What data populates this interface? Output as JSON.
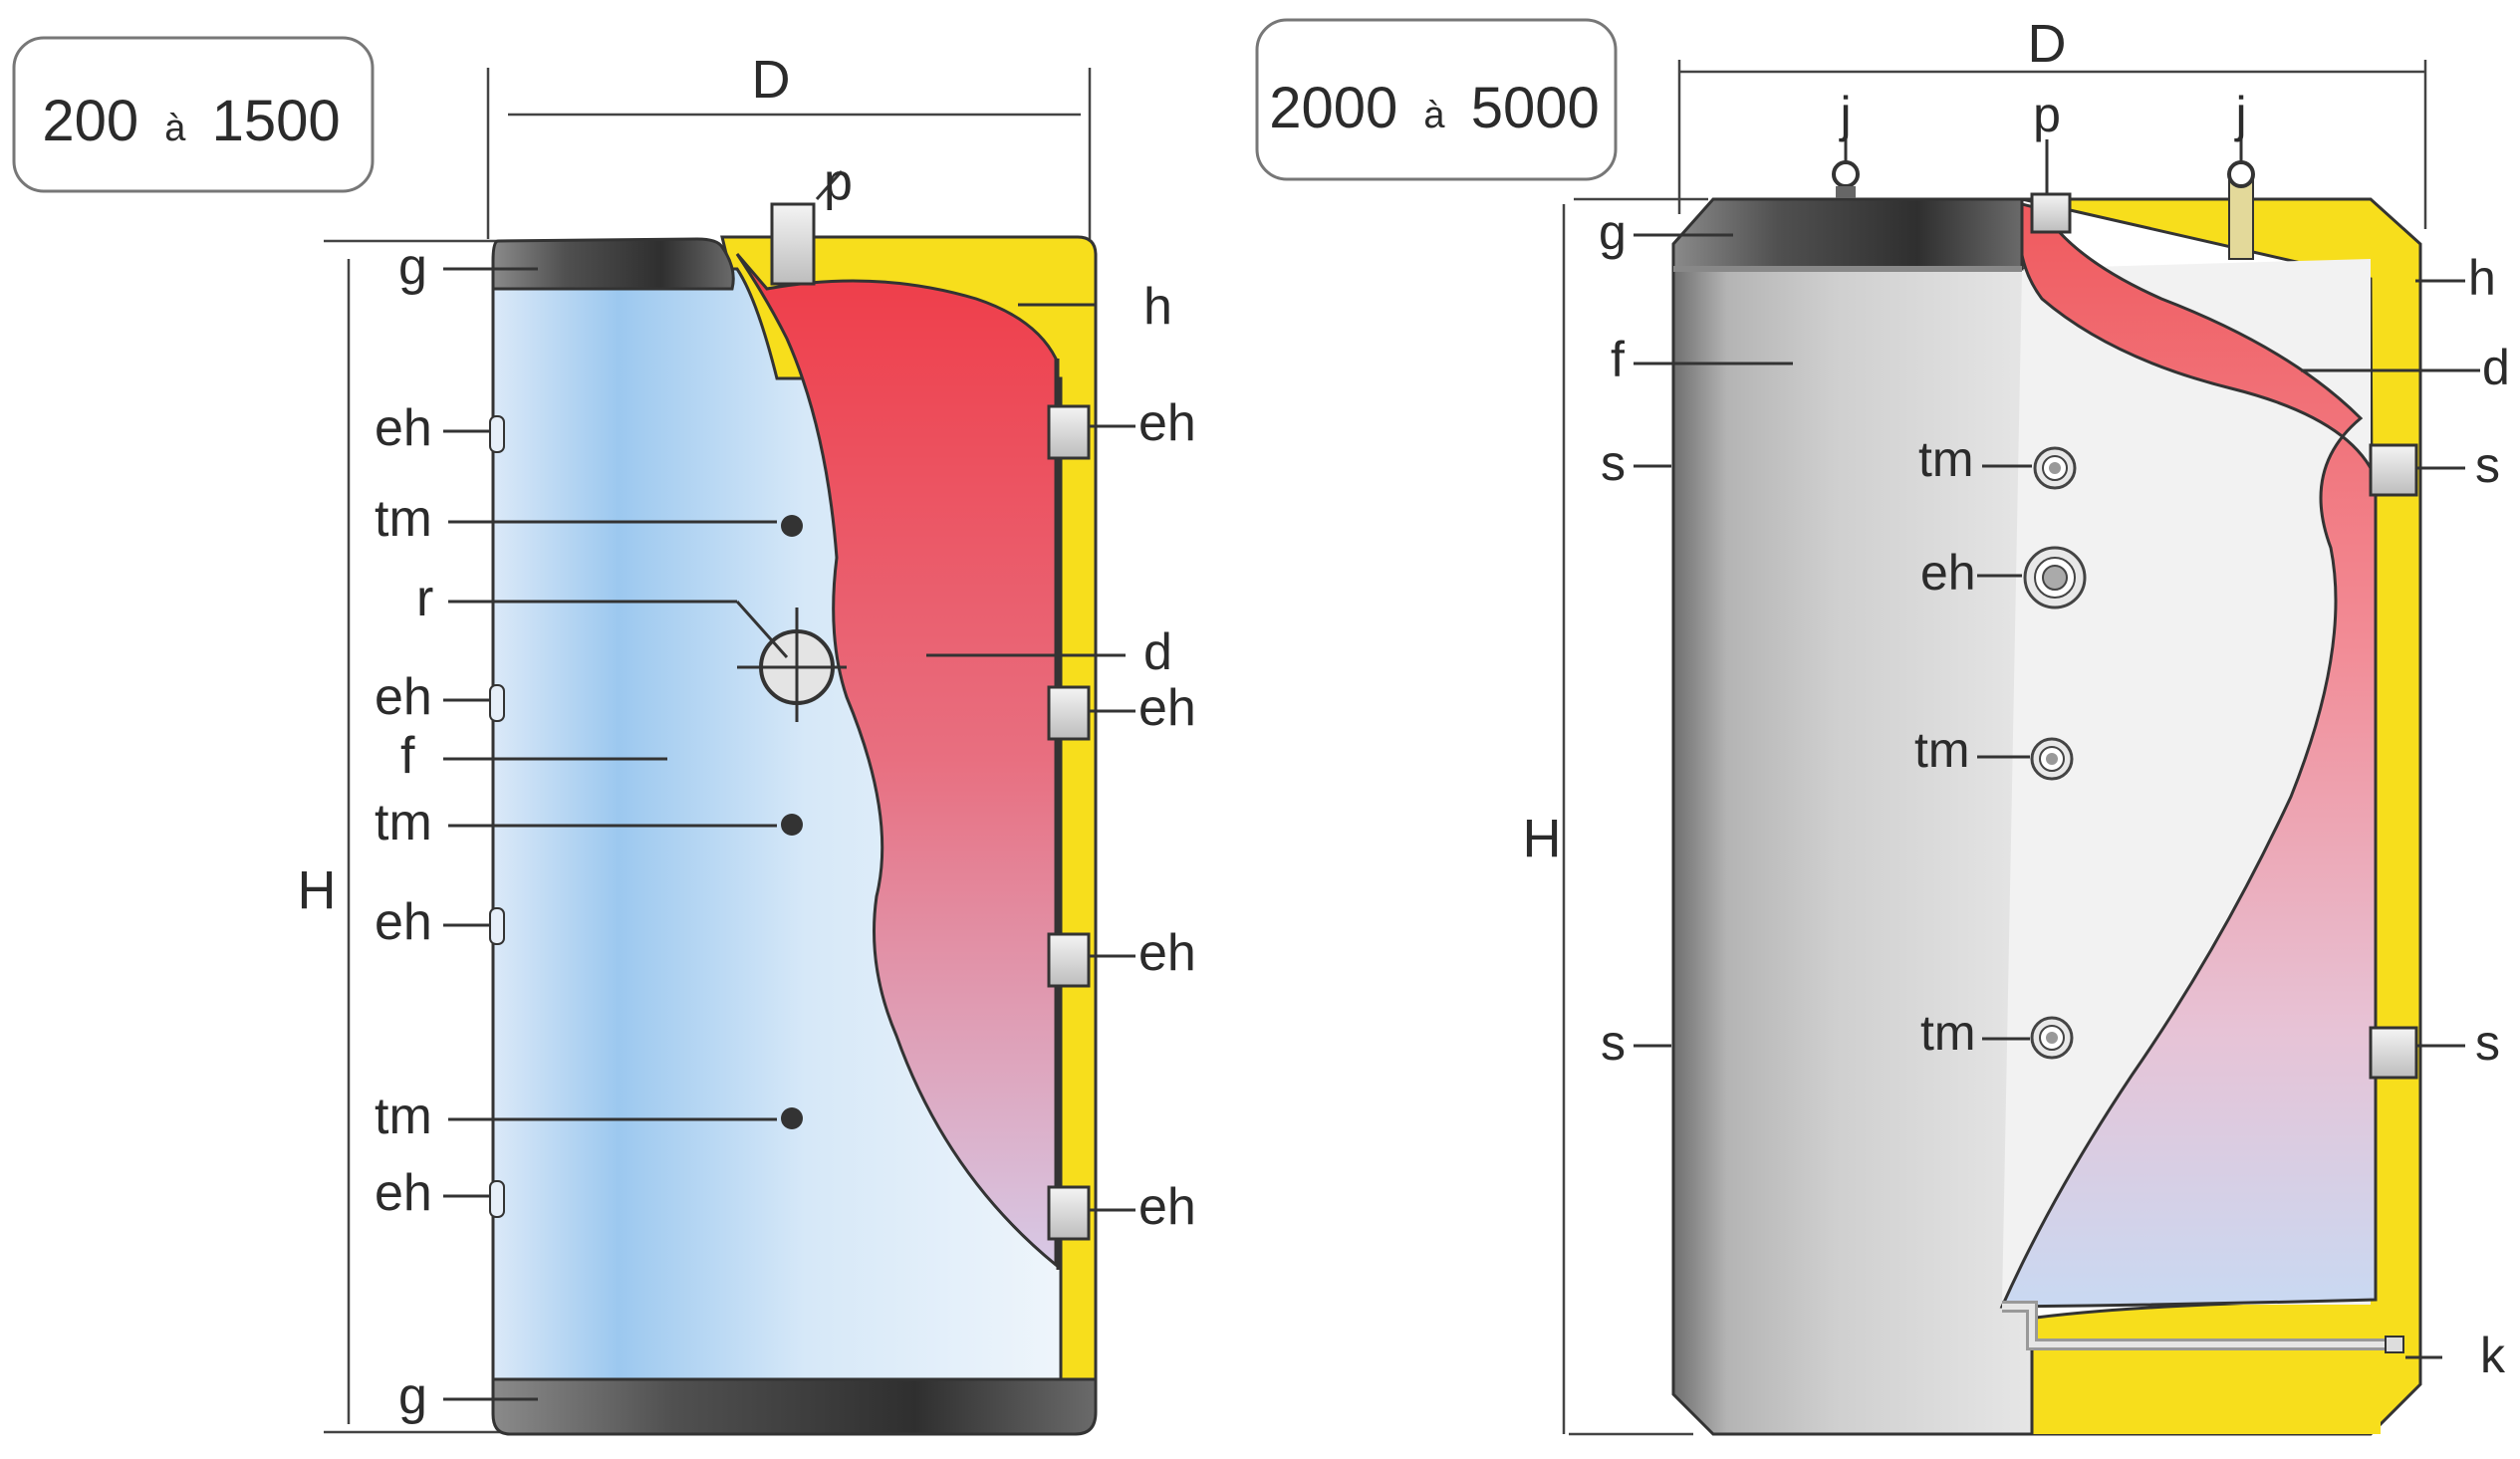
{
  "left_tank": {
    "range": {
      "from": "200",
      "sep": "à",
      "to": "1500"
    },
    "dim_d": "D",
    "dim_h": "H",
    "labels": {
      "p": "p",
      "g_top": "g",
      "h": "h",
      "eh_l1": "eh",
      "tm1": "tm",
      "r": "r",
      "eh_l2": "eh",
      "f": "f",
      "tm2": "tm",
      "eh_l3": "eh",
      "tm3": "tm",
      "eh_l4": "eh",
      "g_bottom": "g",
      "eh_r1": "eh",
      "d": "d",
      "eh_r2": "eh",
      "eh_r3": "eh",
      "eh_r4": "eh"
    }
  },
  "right_tank": {
    "range": {
      "from": "2000",
      "sep": "à",
      "to": "5000"
    },
    "dim_d": "D",
    "dim_h": "H",
    "labels": {
      "j1": "j",
      "p": "p",
      "j2": "j",
      "g": "g",
      "h": "h",
      "f": "f",
      "d": "d",
      "s_l1": "s",
      "s_r1": "s",
      "tm1": "tm",
      "eh": "eh",
      "tm2": "tm",
      "s_l2": "s",
      "s_r2": "s",
      "tm3": "tm",
      "k": "k"
    }
  },
  "colors": {
    "insulation_yellow": "#f7de1c",
    "hot_red": "#ef3c48",
    "cold_blue": "#9cc8ef",
    "jacket_grey": "#9c9c9c",
    "cap_dark": "#3f3f3f"
  }
}
